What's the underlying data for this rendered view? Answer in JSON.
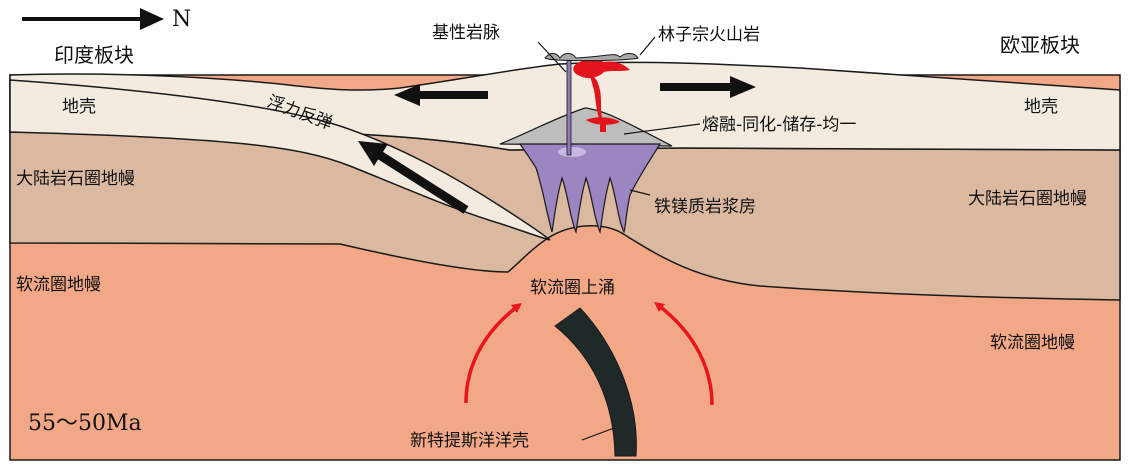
{
  "north_arrow": {
    "label": "N"
  },
  "plates": {
    "left": "印度板块",
    "right": "欧亚板块"
  },
  "labels": {
    "crust_left": "地壳",
    "crust_right": "地壳",
    "buoyancy": "浮力反弹",
    "basic_dike": "基性岩脉",
    "volcanic": "林子宗火山岩",
    "mash": "熔融-同化-储存-均一",
    "clm_left": "大陆岩石圈地幔",
    "clm_right": "大陆岩石圈地幔",
    "chamber": "铁镁质岩浆房",
    "asth_left": "软流圈地幔",
    "asth_right": "软流圈地幔",
    "upwelling": "软流圈上涌",
    "neotethys": "新特提斯洋洋壳",
    "age": "55～50Ma"
  },
  "colors": {
    "crust": "#f3ebe0",
    "lithospheric_mantle": "#dbb8a0",
    "asthenosphere": "#f2a886",
    "slab": "#1f2a28",
    "magma_chamber": "#9b86c2",
    "mash_zone": "#bdbdbd",
    "volcanic_red": "#e3141b",
    "upwelling_arrow": "#e8151b",
    "outline": "#1a1a1a"
  }
}
